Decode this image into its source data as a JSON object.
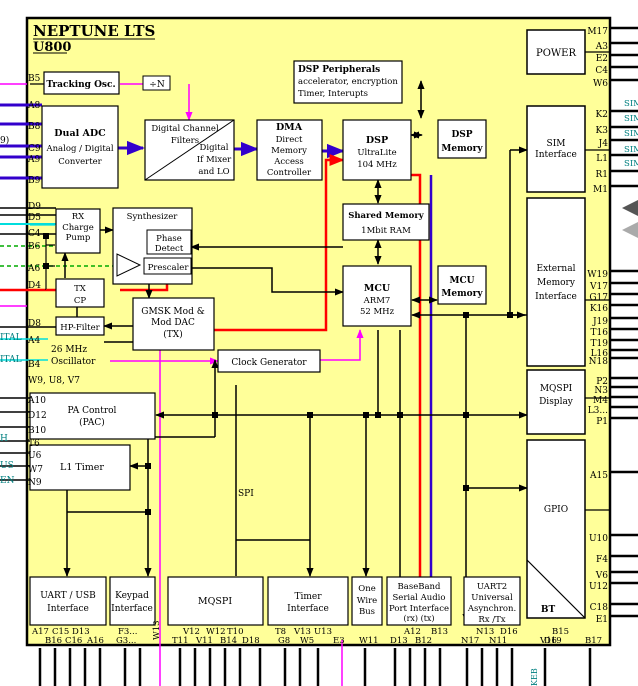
{
  "chip": {
    "title": "NEPTUNE LTS",
    "subtitle": "U800"
  },
  "colors": {
    "chip_fill": "#ffff99",
    "box_fill": "#ffffff",
    "line": "#000000",
    "bus_blue": "#3300cc",
    "signal_red": "#ff0000",
    "signal_magenta": "#ff00ff",
    "signal_cyan": "#00dddd",
    "signal_green": "#00aa00",
    "label_teal": "#008080",
    "label_magenta": "#cc00cc"
  },
  "blocks": {
    "power": [
      "POWER"
    ],
    "sim": [
      "SIM",
      "Interface"
    ],
    "ext_mem": [
      "External",
      "Memory",
      "Interface"
    ],
    "mqspi_disp": [
      "MQSPI",
      "Display"
    ],
    "gpio": [
      "GPIO"
    ],
    "bt": [
      "BT"
    ],
    "dsp_periph": [
      "DSP Peripherals",
      "accelerator, encryption",
      "Timer, Interupts"
    ],
    "tracking": [
      "Tracking Osc."
    ],
    "dual_adc": [
      "Dual ADC",
      "Analog / Digital",
      "Converter"
    ],
    "dcf": [
      "Digital Channel",
      "Filters",
      "Digital",
      "If Mixer",
      "and LO"
    ],
    "dma": [
      "DMA",
      "Direct",
      "Memory",
      "Access",
      "Controller"
    ],
    "dsp": [
      "DSP",
      "UltraLite",
      "104 MHz"
    ],
    "dsp_mem": [
      "DSP",
      "Memory"
    ],
    "shared_mem": [
      "Shared Memory",
      "1Mbit RAM"
    ],
    "rx_pump": [
      "RX",
      "Charge",
      "Pump"
    ],
    "synth": [
      "Synthesizer"
    ],
    "phase": [
      "Phase",
      "Detect"
    ],
    "prescaler": [
      "Prescaler"
    ],
    "tx_cp": [
      "TX",
      "CP"
    ],
    "hp_filter": [
      "HP-Filter"
    ],
    "osc26": [
      "26 MHz",
      "Oscillator"
    ],
    "gmsk": [
      "GMSK Mod &",
      "Mod DAC",
      "(TX)"
    ],
    "mcu": [
      "MCU",
      "ARM7",
      "52 MHz"
    ],
    "mcu_mem": [
      "MCU",
      "Memory"
    ],
    "clock_gen": [
      "Clock Generator"
    ],
    "pa_ctrl": [
      "PA Control",
      "(PAC)"
    ],
    "l1_timer": [
      "L1 Timer"
    ],
    "uart_usb": [
      "UART / USB",
      "Interface"
    ],
    "keypad": [
      "Keypad",
      "Interface"
    ],
    "mqspi": [
      "MQSPI"
    ],
    "timer_if": [
      "Timer",
      "Interface"
    ],
    "one_wire": [
      "One",
      "Wire",
      "Bus"
    ],
    "baseband": [
      "BaseBand",
      "Serial Audio",
      "Port Interface",
      "(rx)  (tx)"
    ],
    "uart2": [
      "UART2",
      "Universal",
      "Asynchron.",
      "Rx /Tx"
    ]
  },
  "misc_labels": {
    "spi": "SPI",
    "divider": "÷N"
  },
  "left_pins": [
    "B5",
    "A8",
    "B8",
    "C9",
    "A9",
    "B9",
    "D9",
    "D5",
    "C4",
    "B6",
    "A6",
    "D4",
    "D8",
    "A4",
    "B4",
    "W9, U8, V7",
    "A10",
    "D12",
    "B10",
    "T6",
    "U6",
    "W7",
    "N9"
  ],
  "right_pins": [
    "M17",
    "A3",
    "E2",
    "C4",
    "W6",
    "K2",
    "K3",
    "J4",
    "L1",
    "R1",
    "M1",
    "W19",
    "V17",
    "G17",
    "K16",
    "J19",
    "T16",
    "T19",
    "L16",
    "N18",
    "P2",
    "N3",
    "M4",
    "L3...",
    "P1",
    "A15",
    "U10",
    "F4",
    "V6",
    "U12",
    "C18",
    "E1"
  ],
  "bottom_pins": [
    "A17",
    "C15",
    "D13",
    "B16",
    "C16",
    "A16",
    "F3...",
    "G3...",
    "W13",
    "V12",
    "W12",
    "T10",
    "T11",
    "V11",
    "B14",
    "D18",
    "T8",
    "V13",
    "U13",
    "G8",
    "W5",
    "E3",
    "W11",
    "A12",
    "B13",
    "D13",
    "B12",
    "N17",
    "N13",
    "D16",
    "N11",
    "V16",
    "B15",
    "D19",
    "B17"
  ],
  "edge_labels": {
    "left": [
      "9)",
      "ITAL",
      "ITAL",
      "H",
      "US",
      "EN"
    ],
    "right": [
      "SIM",
      "SIM",
      "SIM",
      "SIM",
      "SIM"
    ],
    "bottom": [
      "KEB"
    ]
  }
}
